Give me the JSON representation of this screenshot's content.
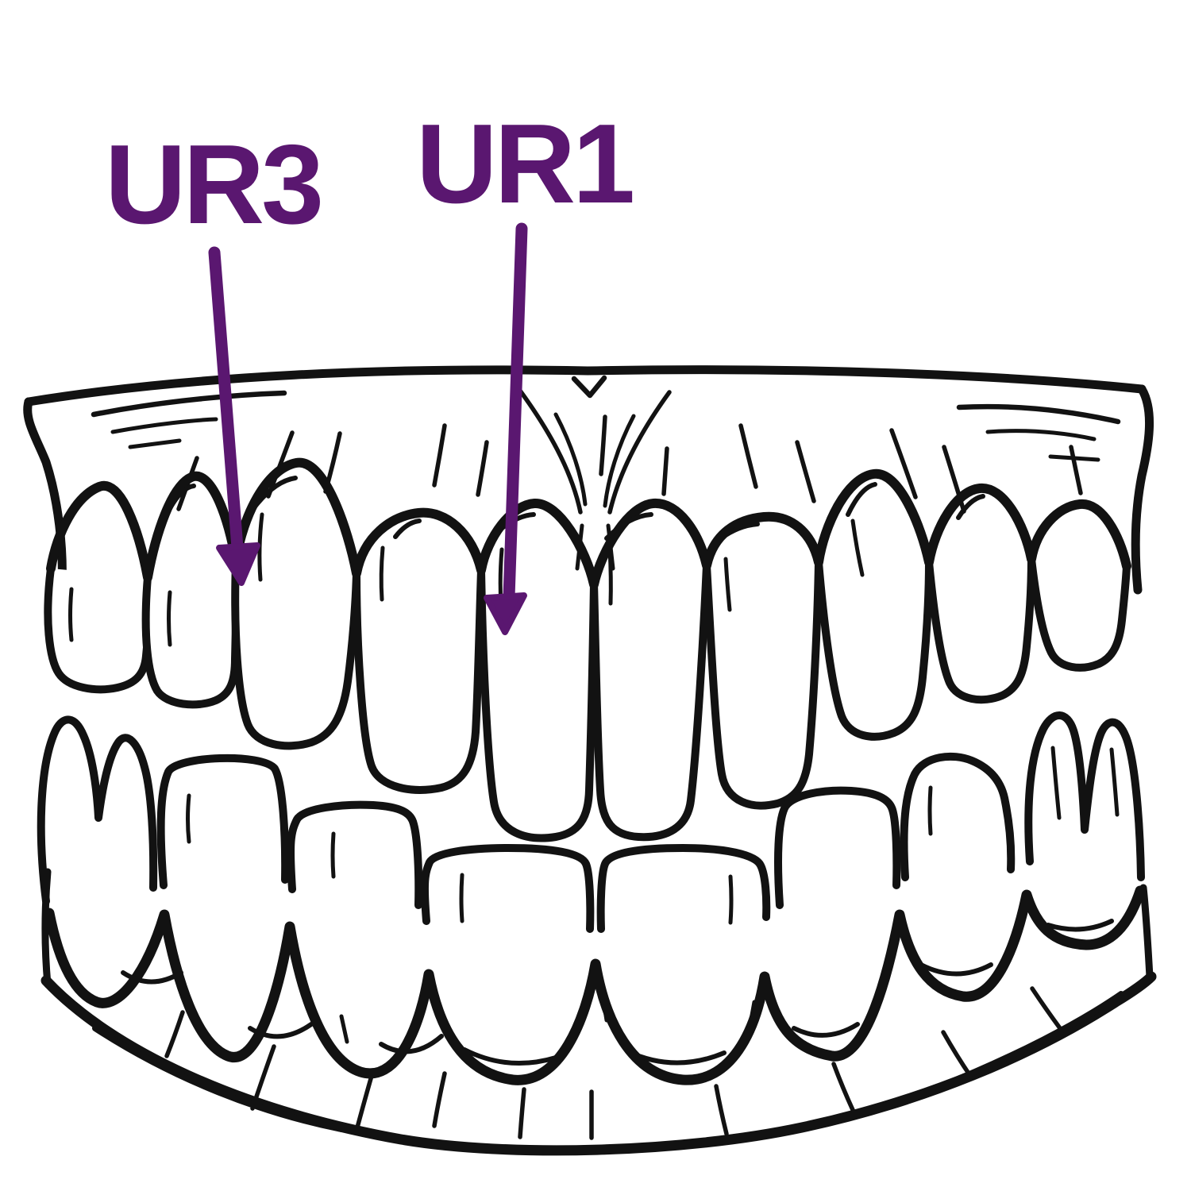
{
  "canvas": {
    "background": "#ffffff"
  },
  "colors": {
    "annotation_purple": "#5a1770",
    "ink_black": "#121212",
    "tooth_fill": "#ffffff"
  },
  "annotations": [
    {
      "label": "UR3",
      "points_to": "upper right canine"
    },
    {
      "label": "UR1",
      "points_to": "upper right central incisor"
    }
  ]
}
